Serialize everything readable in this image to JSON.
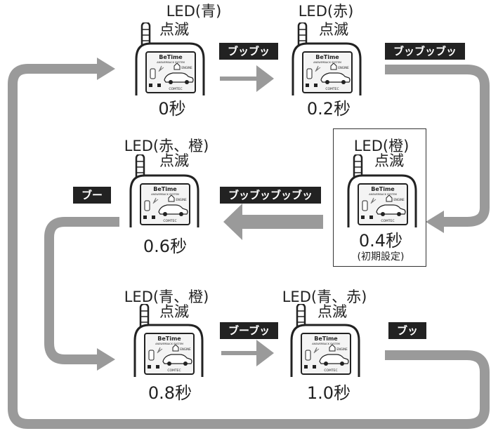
{
  "steps": [
    {
      "led": "LED(青)",
      "blink": "点滅",
      "time": "0秒"
    },
    {
      "led": "LED(赤)",
      "blink": "点滅",
      "time": "0.2秒"
    },
    {
      "led": "LED(橙)",
      "blink": "点滅",
      "time": "0.4秒",
      "note": "(初期設定)"
    },
    {
      "led": "LED(赤、橙)",
      "blink": "点滅",
      "time": "0.6秒"
    },
    {
      "led": "LED(青、橙)",
      "blink": "点滅",
      "time": "0.8秒"
    },
    {
      "led": "LED(青、赤)",
      "blink": "点滅",
      "time": "1.0秒"
    }
  ],
  "sounds": [
    "ブッブッ",
    "ブッブッブッ",
    "ブッブッブッブッ",
    "ブー",
    "ブーブッ",
    "ブッ"
  ],
  "remote": {
    "brand": "BeTime",
    "system": "ANSWERBACK SYSTEM",
    "engine": "ENGINE",
    "maker": "COMTEC"
  },
  "colors": {
    "arrow": "#9a9a9a",
    "label_bg": "#222222",
    "label_text": "#ffffff"
  }
}
